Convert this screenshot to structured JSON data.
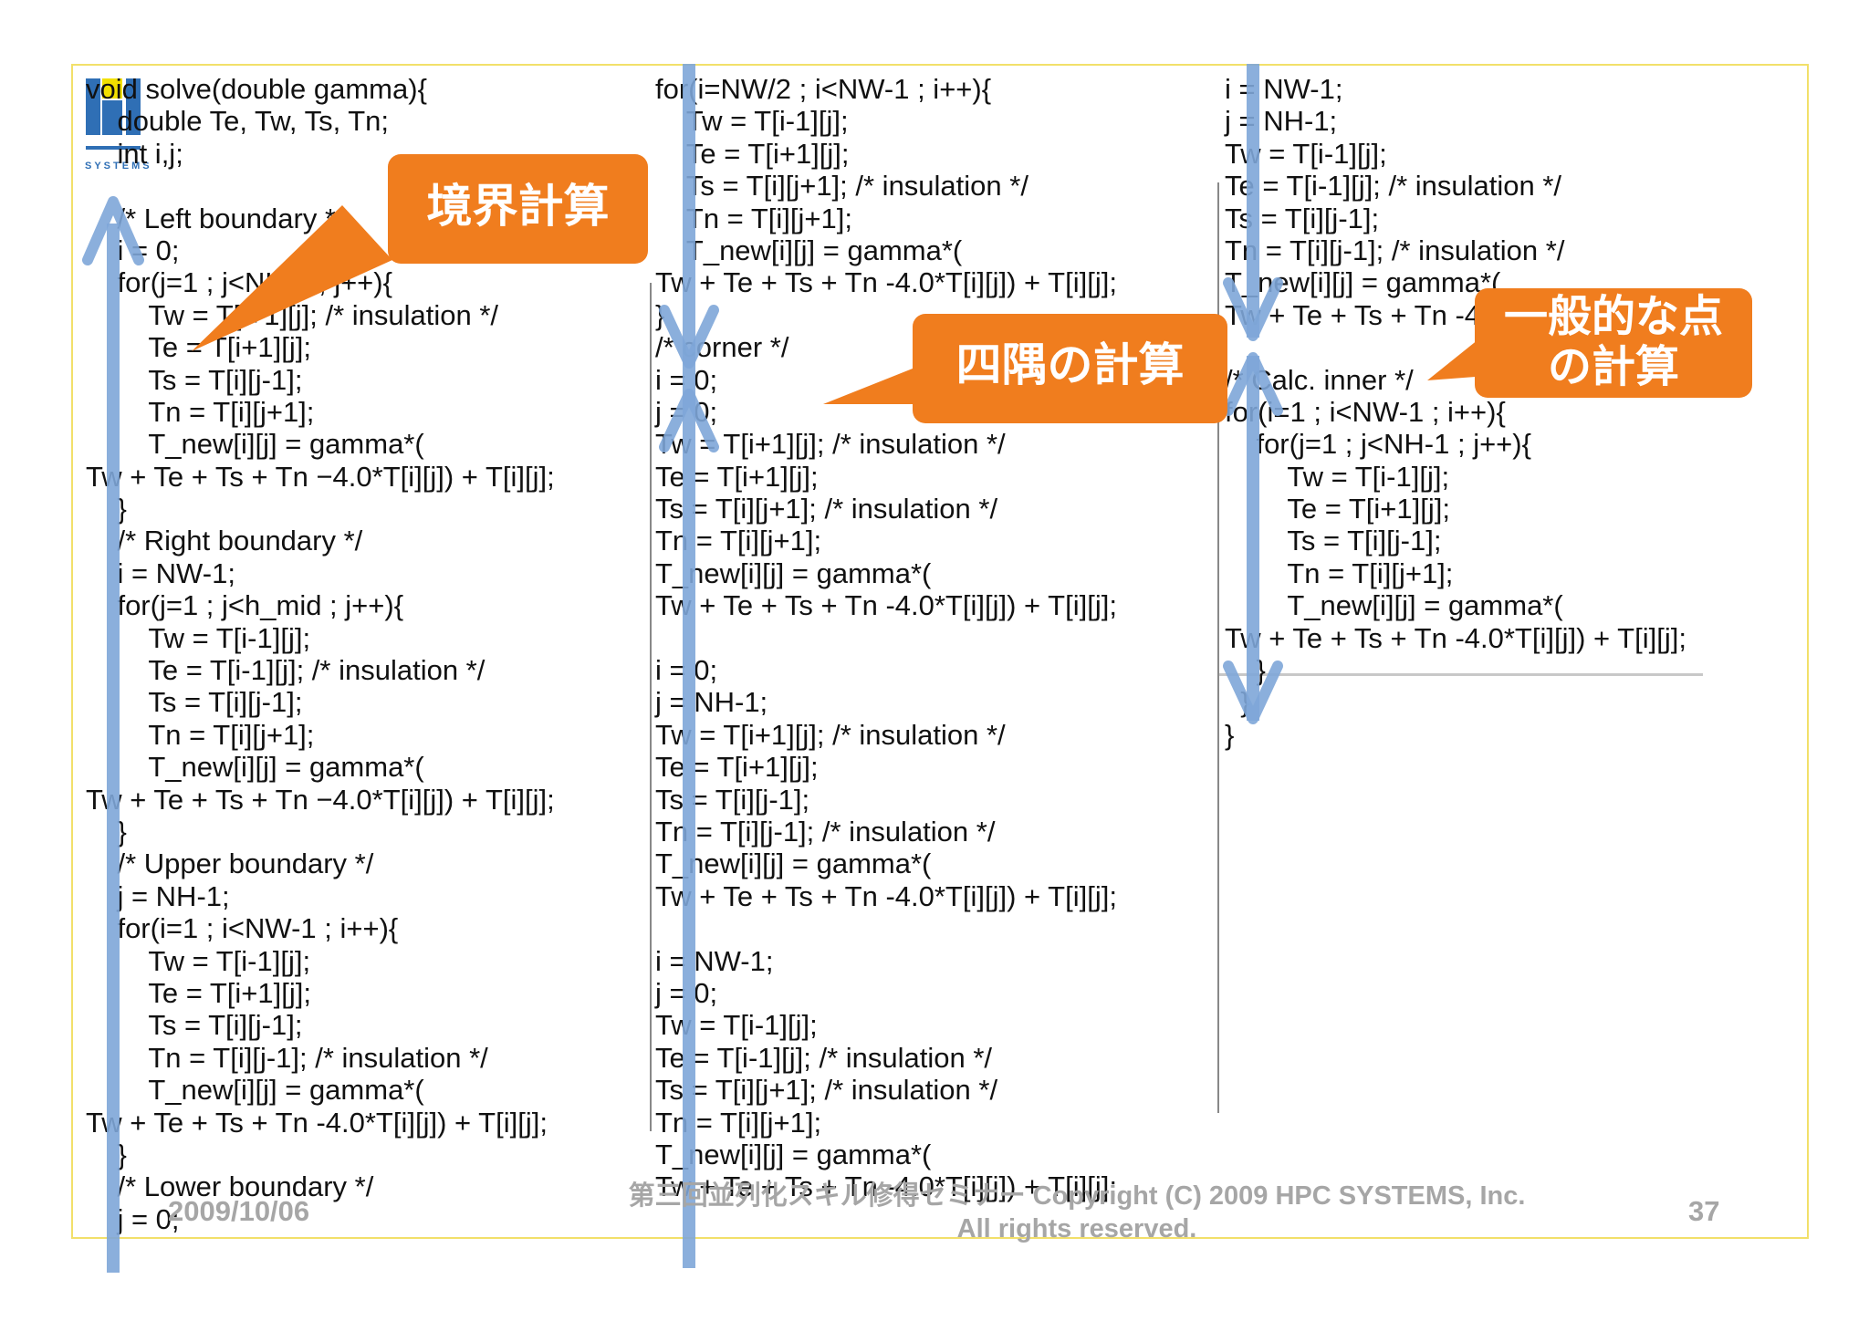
{
  "logo": {
    "text": "HPC",
    "subtitle": "SYSTEMS"
  },
  "columns": [
    [
      "void solve(double gamma){",
      "    double Te, Tw, Ts, Tn;",
      "    int i,j;",
      "",
      "    /* Left boundary */",
      "    i = 0;",
      "    for(j=1 ; j<NH-1 ; j++){",
      "        Tw = T[i+1][j]; /* insulation */",
      "        Te = T[i+1][j];",
      "        Ts = T[i][j-1];",
      "        Tn = T[i][j+1];",
      "        T_new[i][j] = gamma*(",
      "Tw + Te + Ts + Tn −4.0*T[i][j]) + T[i][j];",
      "    }",
      "    /* Right boundary */",
      "    i = NW-1;",
      "    for(j=1 ; j<h_mid ; j++){",
      "        Tw = T[i-1][j];",
      "        Te = T[i-1][j]; /* insulation */",
      "        Ts = T[i][j-1];",
      "        Tn = T[i][j+1];",
      "        T_new[i][j] = gamma*(",
      "Tw + Te + Ts + Tn −4.0*T[i][j]) + T[i][j];",
      "    }",
      "    /* Upper boundary */",
      "    j = NH-1;",
      "    for(i=1 ; i<NW-1 ; i++){",
      "        Tw = T[i-1][j];",
      "        Te = T[i+1][j];",
      "        Ts = T[i][j-1];",
      "        Tn = T[i][j-1]; /* insulation */",
      "        T_new[i][j] = gamma*(",
      "Tw + Te + Ts + Tn -4.0*T[i][j]) + T[i][j];",
      "    }",
      "    /* Lower boundary */",
      "    j = 0;"
    ],
    [
      "for(i=NW/2 ; i<NW-1 ; i++){",
      "    Tw = T[i-1][j];",
      "    Te = T[i+1][j];",
      "    Ts = T[i][j+1]; /* insulation */",
      "    Tn = T[i][j+1];",
      "    T_new[i][j] = gamma*(",
      "Tw + Te + Ts + Tn -4.0*T[i][j]) + T[i][j];",
      "}",
      "/* corner */",
      "i = 0;",
      "j = 0;",
      "Tw = T[i+1][j]; /* insulation */",
      "Te = T[i+1][j];",
      "Ts = T[i][j+1]; /* insulation */",
      "Tn = T[i][j+1];",
      "T_new[i][j] = gamma*(",
      "Tw + Te + Ts + Tn -4.0*T[i][j]) + T[i][j];",
      "",
      "i = 0;",
      "j = NH-1;",
      "Tw = T[i+1][j]; /* insulation */",
      "Te = T[i+1][j];",
      "Ts = T[i][j-1];",
      "Tn = T[i][j-1]; /* insulation */",
      "T_new[i][j] = gamma*(",
      "Tw + Te + Ts + Tn -4.0*T[i][j]) + T[i][j];",
      "",
      "i = NW-1;",
      "j = 0;",
      "Tw = T[i-1][j];",
      "Te = T[i-1][j]; /* insulation */",
      "Ts = T[i][j+1]; /* insulation */",
      "Tn = T[i][j+1];",
      "T_new[i][j] = gamma*(",
      "Tw + Te + Ts + Tn -4.0*T[i][j]) + T[i][j];"
    ],
    [
      "i = NW-1;",
      "j = NH-1;",
      "Tw = T[i-1][j];",
      "Te = T[i-1][j]; /* insulation */",
      "Ts = T[i][j-1];",
      "Tn = T[i][j-1]; /* insulation */",
      "T_new[i][j] = gamma*(",
      "Tw + Te + Ts + Tn -4.0*T[i][j]) + T[i][j];",
      "",
      "/* Calc. inner */",
      "for(i=1 ; i<NW-1 ; i++){",
      "    for(j=1 ; j<NH-1 ; j++){",
      "        Tw = T[i-1][j];",
      "        Te = T[i+1][j];",
      "        Ts = T[i][j-1];",
      "        Tn = T[i][j+1];",
      "        T_new[i][j] = gamma*(",
      "Tw + Te + Ts + Tn -4.0*T[i][j]) + T[i][j];",
      "    }",
      "  }",
      "}"
    ]
  ],
  "callouts": {
    "boundary": "境界計算",
    "corners": "四隅の計算",
    "general_line1": "一般的な点",
    "general_line2": "の計算"
  },
  "footer": {
    "date": "2009/10/06",
    "copyright_line1": "第三回並列化スキル修得セミナー Copyright (C) 2009 HPC SYSTEMS, Inc.",
    "copyright_line2": "All rights reserved.",
    "page_number": "37"
  },
  "colors": {
    "callout": "#f07d1e",
    "arrow": "#7ea6d8",
    "logo_blue": "#2f6fb5",
    "logo_yellow": "#f2e000"
  }
}
